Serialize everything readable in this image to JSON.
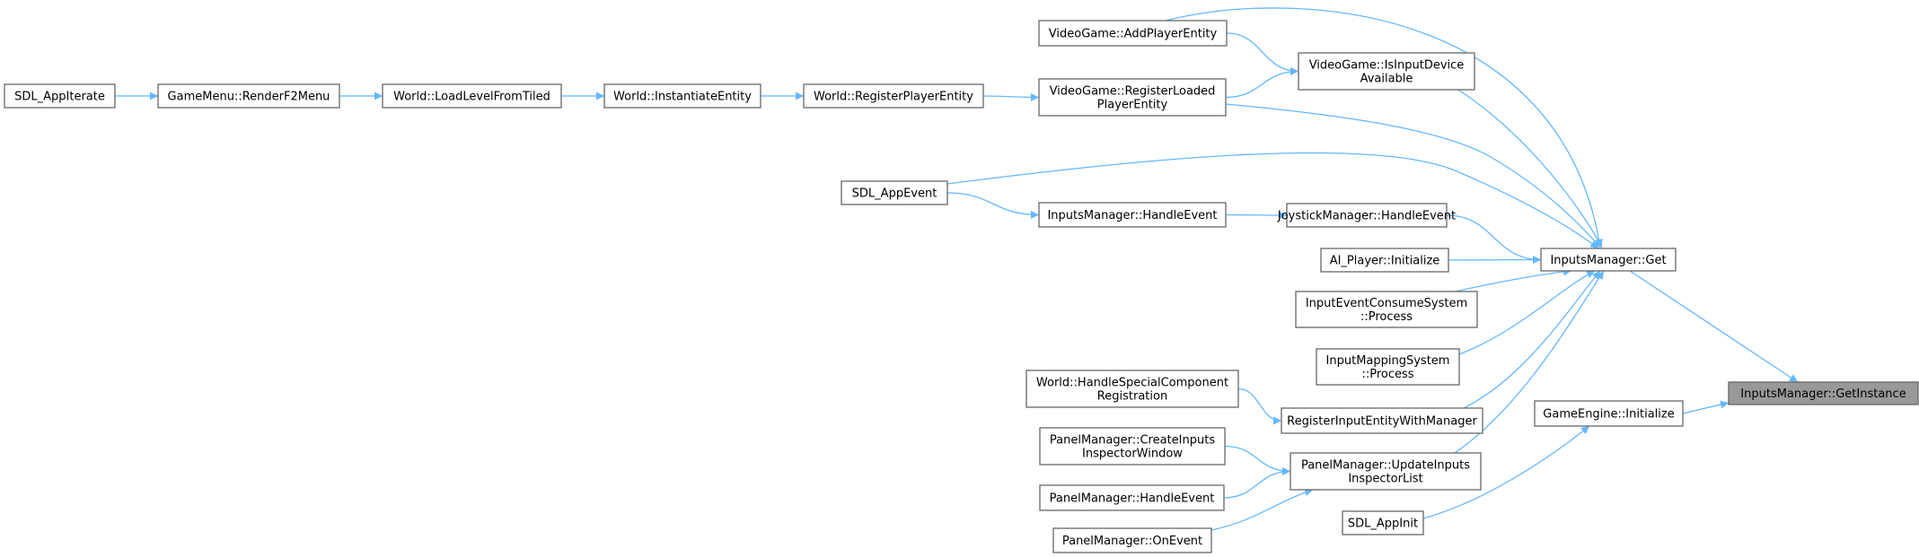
{
  "colors": {
    "edge": "#63b8ff",
    "node_border": "#666666",
    "target_fill": "#999999",
    "background": "#ffffff"
  },
  "nodes": [
    {
      "id": "target",
      "lines": [
        "InputsManager::GetInstance"
      ],
      "highlight": true
    },
    {
      "id": "get",
      "lines": [
        "InputsManager::Get"
      ]
    },
    {
      "id": "gameengine_init",
      "lines": [
        "GameEngine::Initialize"
      ]
    },
    {
      "id": "sdl_appinit",
      "lines": [
        "SDL_AppInit"
      ]
    },
    {
      "id": "add_player",
      "lines": [
        "VideoGame::AddPlayerEntity"
      ]
    },
    {
      "id": "is_input_device",
      "lines": [
        "VideoGame::IsInputDevice",
        "Available"
      ]
    },
    {
      "id": "register_loaded",
      "lines": [
        "VideoGame::RegisterLoaded",
        "PlayerEntity"
      ]
    },
    {
      "id": "sdl_appevent",
      "lines": [
        "SDL_AppEvent"
      ]
    },
    {
      "id": "joystick_handle",
      "lines": [
        "JoystickManager::HandleEvent"
      ]
    },
    {
      "id": "inputs_handle",
      "lines": [
        "InputsManager::HandleEvent"
      ]
    },
    {
      "id": "ai_player",
      "lines": [
        "AI_Player::Initialize"
      ]
    },
    {
      "id": "input_event_consume",
      "lines": [
        "InputEventConsumeSystem",
        "::Process"
      ]
    },
    {
      "id": "input_mapping",
      "lines": [
        "InputMappingSystem",
        "::Process"
      ]
    },
    {
      "id": "register_input_entity",
      "lines": [
        "RegisterInputEntityWithManager"
      ]
    },
    {
      "id": "world_handle_special",
      "lines": [
        "World::HandleSpecialComponent",
        "Registration"
      ]
    },
    {
      "id": "panel_update",
      "lines": [
        "PanelManager::UpdateInputs",
        "InspectorList"
      ]
    },
    {
      "id": "panel_create",
      "lines": [
        "PanelManager::CreateInputs",
        "InspectorWindow"
      ]
    },
    {
      "id": "panel_handle",
      "lines": [
        "PanelManager::HandleEvent"
      ]
    },
    {
      "id": "panel_onevent",
      "lines": [
        "PanelManager::OnEvent"
      ]
    },
    {
      "id": "world_register_player",
      "lines": [
        "World::RegisterPlayerEntity"
      ]
    },
    {
      "id": "world_instantiate",
      "lines": [
        "World::InstantiateEntity"
      ]
    },
    {
      "id": "world_load_level",
      "lines": [
        "World::LoadLevelFromTiled"
      ]
    },
    {
      "id": "gamemenu_render",
      "lines": [
        "GameMenu::RenderF2Menu"
      ]
    },
    {
      "id": "sdl_appiterate",
      "lines": [
        "SDL_AppIterate"
      ]
    }
  ],
  "edges": [
    {
      "from": "get",
      "to": "target"
    },
    {
      "from": "gameengine_init",
      "to": "target"
    },
    {
      "from": "sdl_appinit",
      "to": "gameengine_init"
    },
    {
      "from": "add_player",
      "to": "get"
    },
    {
      "from": "is_input_device",
      "to": "get"
    },
    {
      "from": "register_loaded",
      "to": "get"
    },
    {
      "from": "sdl_appevent",
      "to": "get"
    },
    {
      "from": "joystick_handle",
      "to": "get"
    },
    {
      "from": "ai_player",
      "to": "get"
    },
    {
      "from": "input_event_consume",
      "to": "get"
    },
    {
      "from": "input_mapping",
      "to": "get"
    },
    {
      "from": "register_input_entity",
      "to": "get"
    },
    {
      "from": "panel_update",
      "to": "get"
    },
    {
      "from": "add_player",
      "to": "is_input_device"
    },
    {
      "from": "register_loaded",
      "to": "is_input_device"
    },
    {
      "from": "inputs_handle",
      "to": "joystick_handle"
    },
    {
      "from": "sdl_appevent",
      "to": "inputs_handle"
    },
    {
      "from": "world_handle_special",
      "to": "register_input_entity"
    },
    {
      "from": "panel_create",
      "to": "panel_update"
    },
    {
      "from": "panel_handle",
      "to": "panel_update"
    },
    {
      "from": "panel_onevent",
      "to": "panel_update"
    },
    {
      "from": "world_register_player",
      "to": "register_loaded"
    },
    {
      "from": "world_instantiate",
      "to": "world_register_player"
    },
    {
      "from": "world_load_level",
      "to": "world_instantiate"
    },
    {
      "from": "gamemenu_render",
      "to": "world_load_level"
    },
    {
      "from": "sdl_appiterate",
      "to": "gamemenu_render"
    }
  ]
}
